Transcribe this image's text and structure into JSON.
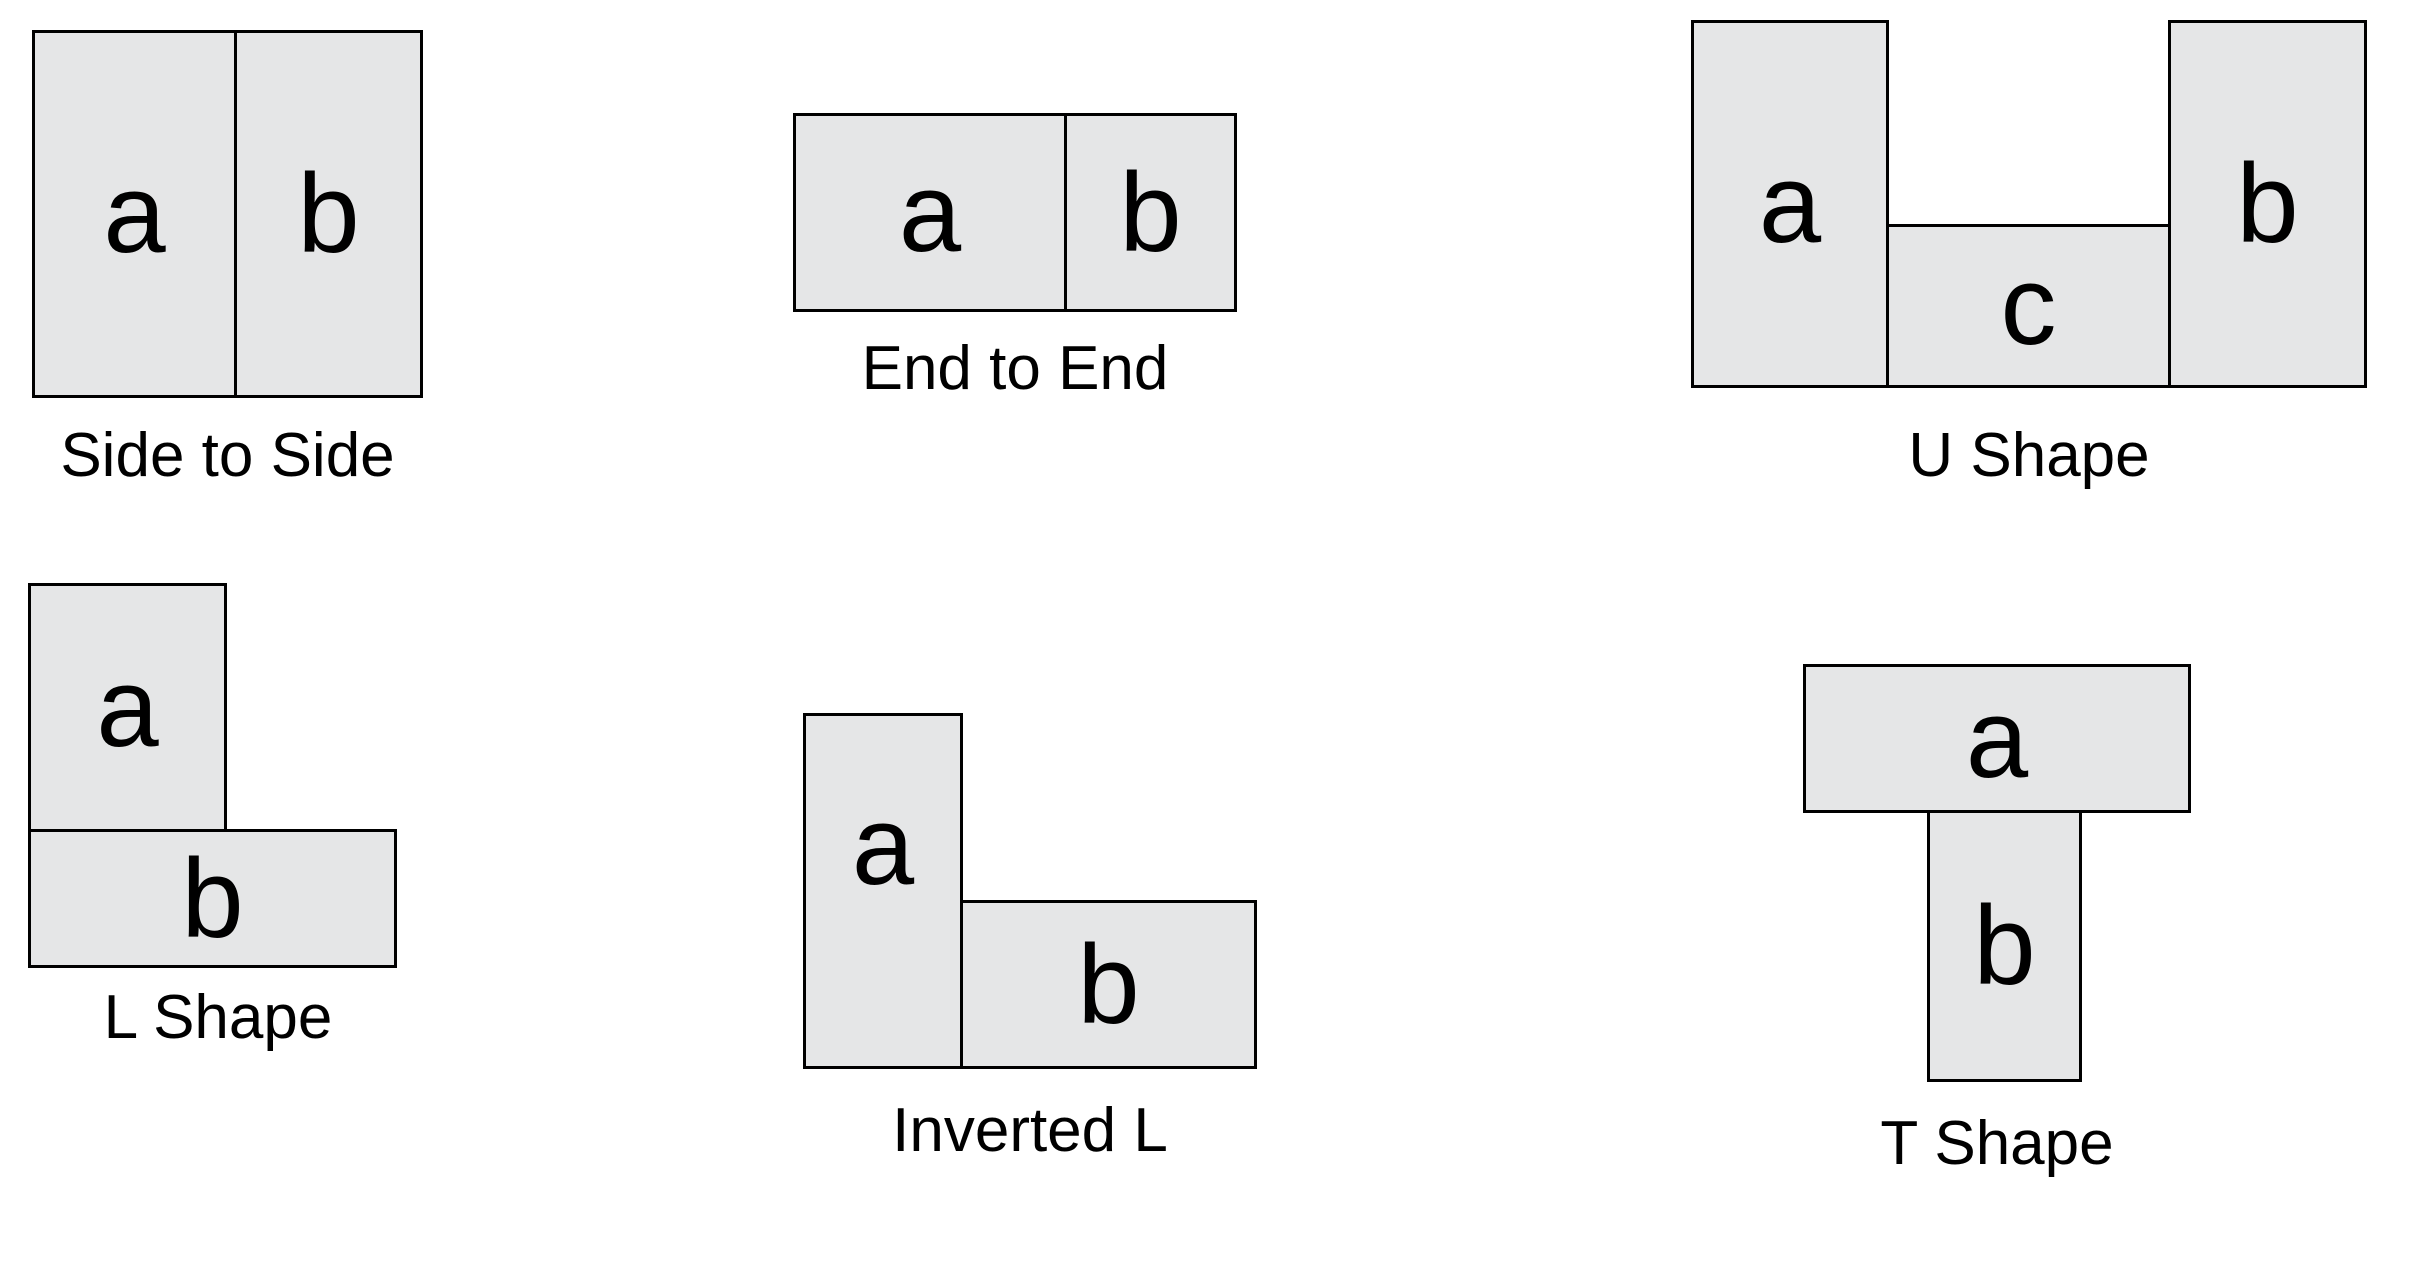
{
  "colors": {
    "rect_fill": "#e5e6e7",
    "rect_stroke": "#000000",
    "text": "#000000",
    "background": "#ffffff"
  },
  "figures": [
    {
      "caption": "Side to Side",
      "rects": [
        {
          "label": "a"
        },
        {
          "label": "b"
        }
      ]
    },
    {
      "caption": "End to End",
      "rects": [
        {
          "label": "a"
        },
        {
          "label": "b"
        }
      ]
    },
    {
      "caption": "U Shape",
      "rects": [
        {
          "label": "a"
        },
        {
          "label": "c"
        },
        {
          "label": "b"
        }
      ]
    },
    {
      "caption": "L Shape",
      "rects": [
        {
          "label": "a"
        },
        {
          "label": "b"
        }
      ]
    },
    {
      "caption": "Inverted L",
      "rects": [
        {
          "label": "a"
        },
        {
          "label": "b"
        }
      ]
    },
    {
      "caption": "T Shape",
      "rects": [
        {
          "label": "a"
        },
        {
          "label": "b"
        }
      ]
    }
  ]
}
